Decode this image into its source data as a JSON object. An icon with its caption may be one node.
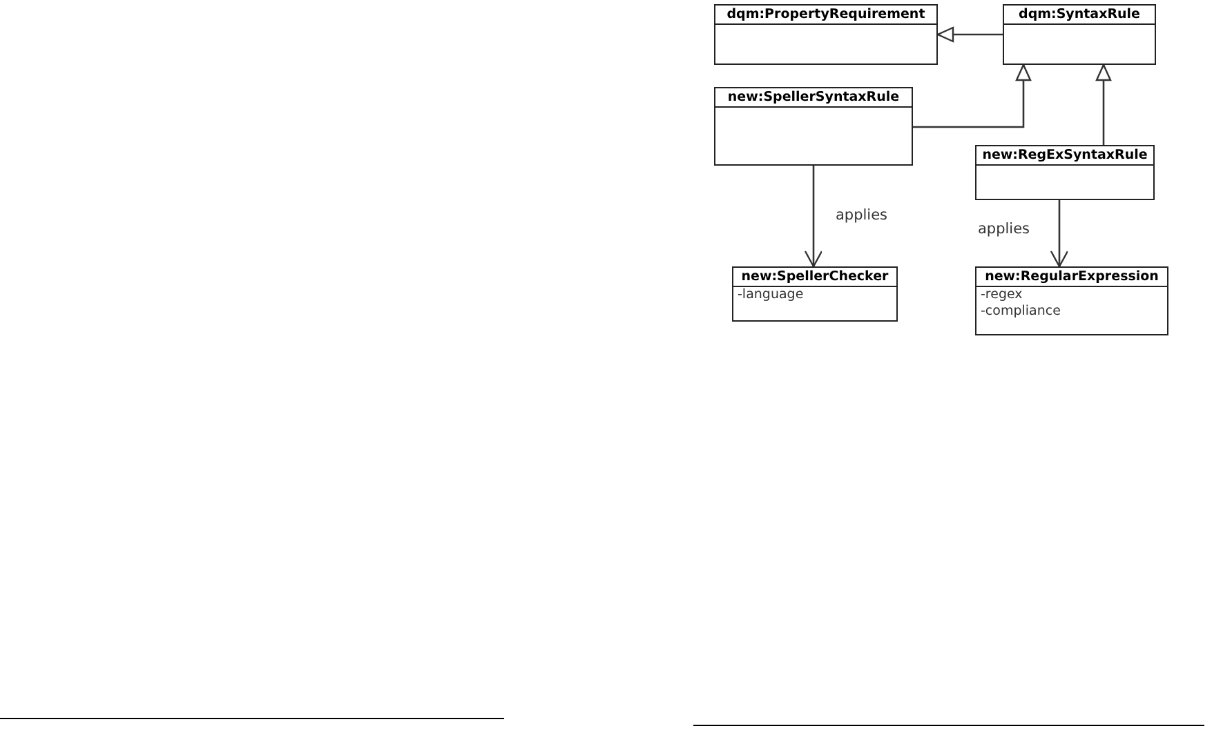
{
  "diagram": {
    "nodes": [
      {
        "text": [
          "dqm:PropertyRequirement"
        ]
      },
      {
        "text": [
          "dqm:SyntaxRule"
        ]
      },
      {
        "text": [
          "new:SpellerSyntaxRule"
        ]
      },
      {
        "text": [
          "new:RegExSyntaxRule"
        ]
      },
      {
        "text": [
          "new:SpellerChecker",
          "-language"
        ]
      },
      {
        "text": [
          "new:RegularExpression",
          "-regex",
          "-compliance"
        ]
      }
    ],
    "edges": [
      {
        "from": 1,
        "to": 0,
        "arrow": "to"
      },
      {
        "from": 2,
        "to": 1,
        "arrow": "to"
      },
      {
        "from": 3,
        "to": 1,
        "arrow": "to"
      },
      {
        "from": 2,
        "to": 4,
        "arrow": "to",
        "label": "applies"
      },
      {
        "from": 3,
        "to": 5,
        "arrow": "to",
        "label": "applies"
      }
    ]
  }
}
